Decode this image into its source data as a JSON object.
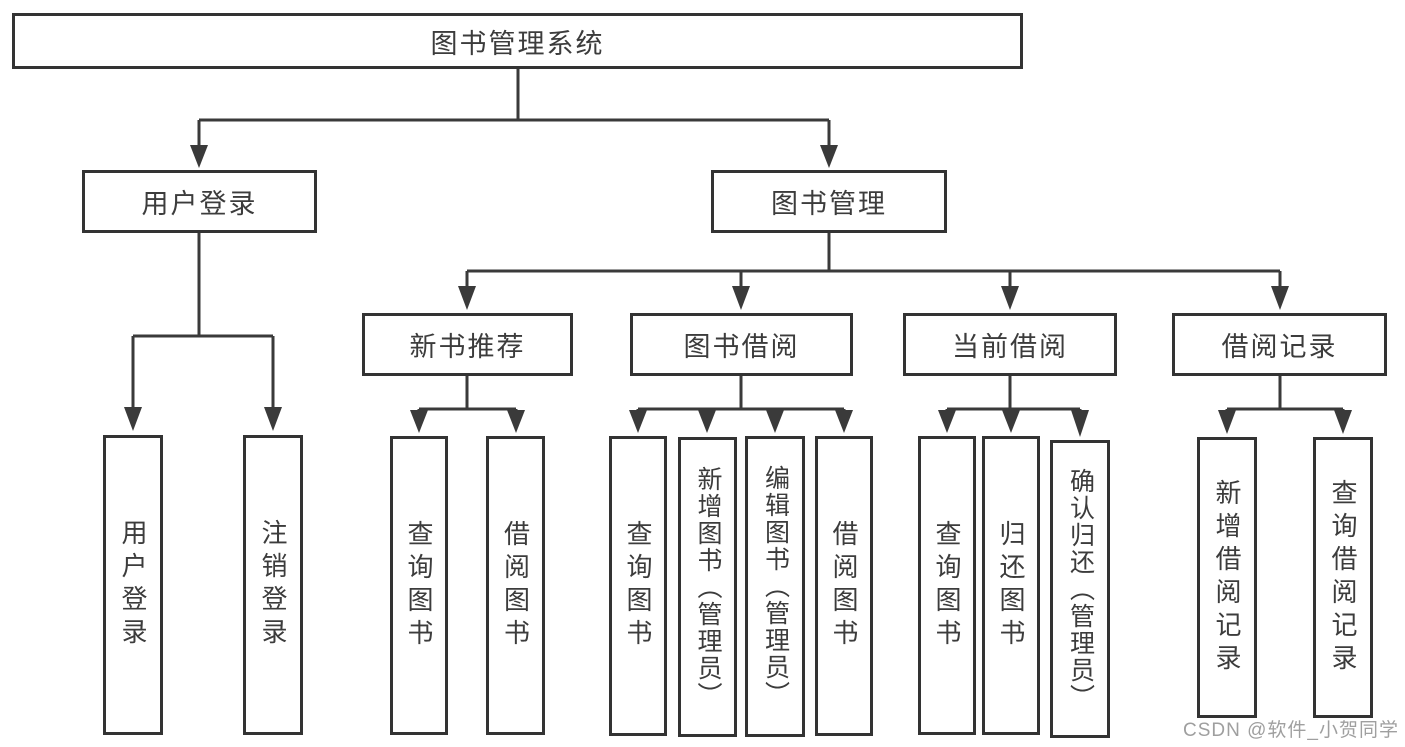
{
  "title": "图书管理系统",
  "nodes": {
    "user_login": "用户登录",
    "book_mgmt": "图书管理",
    "new_books": "新书推荐",
    "book_borrow": "图书借阅",
    "current_borrow": "当前借阅",
    "borrow_records": "借阅记录",
    "leaf_user_login": "用户登录",
    "leaf_logout": "注销登录",
    "leaf_nb_query": "查询图书",
    "leaf_nb_borrow": "借阅图书",
    "leaf_bb_query": "查询图书",
    "leaf_bb_add": "新增图书（管理员）",
    "leaf_bb_edit": "编辑图书（管理员）",
    "leaf_bb_borrow": "借阅图书",
    "leaf_cb_query": "查询图书",
    "leaf_cb_return": "归还图书",
    "leaf_cb_confirm": "确认归还（管理员）",
    "leaf_br_add": "新增借阅记录",
    "leaf_br_query": "查询借阅记录"
  },
  "watermark": "CSDN @软件_小贺同学",
  "colors": {
    "bg": "#ffffff",
    "line": "#3a3a3a",
    "box_border": "#333333",
    "box_fill": "#ffffff",
    "text": "#3c3c3c",
    "watermark": "#9f9f9f"
  }
}
